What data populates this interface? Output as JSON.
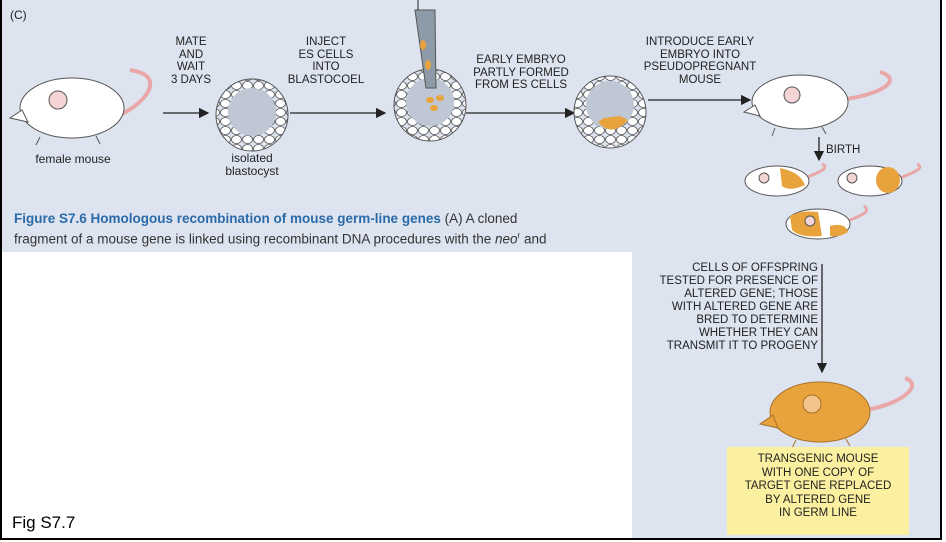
{
  "panel_letter": "(C)",
  "steps": {
    "mate": [
      "MATE",
      "AND",
      "WAIT",
      "3 DAYS"
    ],
    "inject": [
      "INJECT",
      "ES CELLS",
      "INTO",
      "BLASTOCOEL"
    ],
    "early": [
      "EARLY EMBRYO",
      "PARTLY FORMED",
      "FROM ES CELLS"
    ],
    "introduce": [
      "INTRODUCE EARLY",
      "EMBRYO INTO",
      "PSEUDOPREGNANT",
      "MOUSE"
    ],
    "birth": "BIRTH"
  },
  "labels": {
    "female_mouse": "female mouse",
    "isolated_1": "isolated",
    "isolated_2": "blastocyst"
  },
  "caption": {
    "figure": "Figure S7.6",
    "title": "Homologous recombination of mouse germ-line genes",
    "line1_rest": " (A) A cloned",
    "line2_a": "fragment of a mouse gene is linked using recombinant DNA procedures with the ",
    "line2_neo": "neo",
    "line2_sup": "r",
    "line2_b": " and"
  },
  "offspring_text": [
    "CELLS OF OFFSPRING",
    "TESTED FOR PRESENCE OF",
    "ALTERED GENE; THOSE",
    "WITH ALTERED GENE ARE",
    "BRED TO DETERMINE",
    "WHETHER THEY CAN",
    "TRANSMIT IT TO PROGENY"
  ],
  "transgenic": [
    "TRANSGENIC MOUSE",
    "WITH ONE COPY OF",
    "TARGET GENE REPLACED",
    "BY ALTERED GENE",
    "IN GERM LINE"
  ],
  "fig_label": "Fig S7.7",
  "colors": {
    "panel_bg": "#dde4f0",
    "mouse_orange": "#e8a33c",
    "highlight_yellow": "#fbf0a0",
    "caption_blue": "#2b6aa8"
  }
}
